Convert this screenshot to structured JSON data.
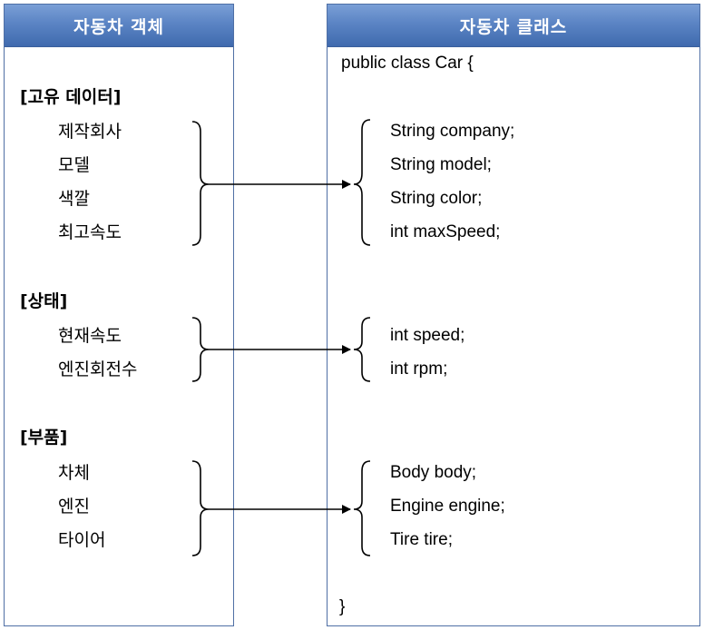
{
  "left": {
    "title": "자동차 객체",
    "groups": [
      {
        "heading": "[고유 데이터]",
        "items": [
          "제작회사",
          "모델",
          "색깔",
          "최고속도"
        ]
      },
      {
        "heading": "[상태]",
        "items": [
          "현재속도",
          "엔진회전수"
        ]
      },
      {
        "heading": "[부품]",
        "items": [
          "차체",
          "엔진",
          "타이어"
        ]
      }
    ]
  },
  "right": {
    "title": "자동차 클래스",
    "class_open": "public class Car {",
    "groups": [
      {
        "fields": [
          "String company;",
          "String model;",
          "String color;",
          "int maxSpeed;"
        ]
      },
      {
        "fields": [
          "int speed;",
          "int rpm;"
        ]
      },
      {
        "fields": [
          "Body body;",
          "Engine engine;",
          "Tire tire;"
        ]
      }
    ],
    "class_close": "}"
  },
  "colors": {
    "panel_border": "#4f6fa5",
    "header_fill": "#5b84c4",
    "header_text": "#ffffff",
    "line": "#000000"
  }
}
